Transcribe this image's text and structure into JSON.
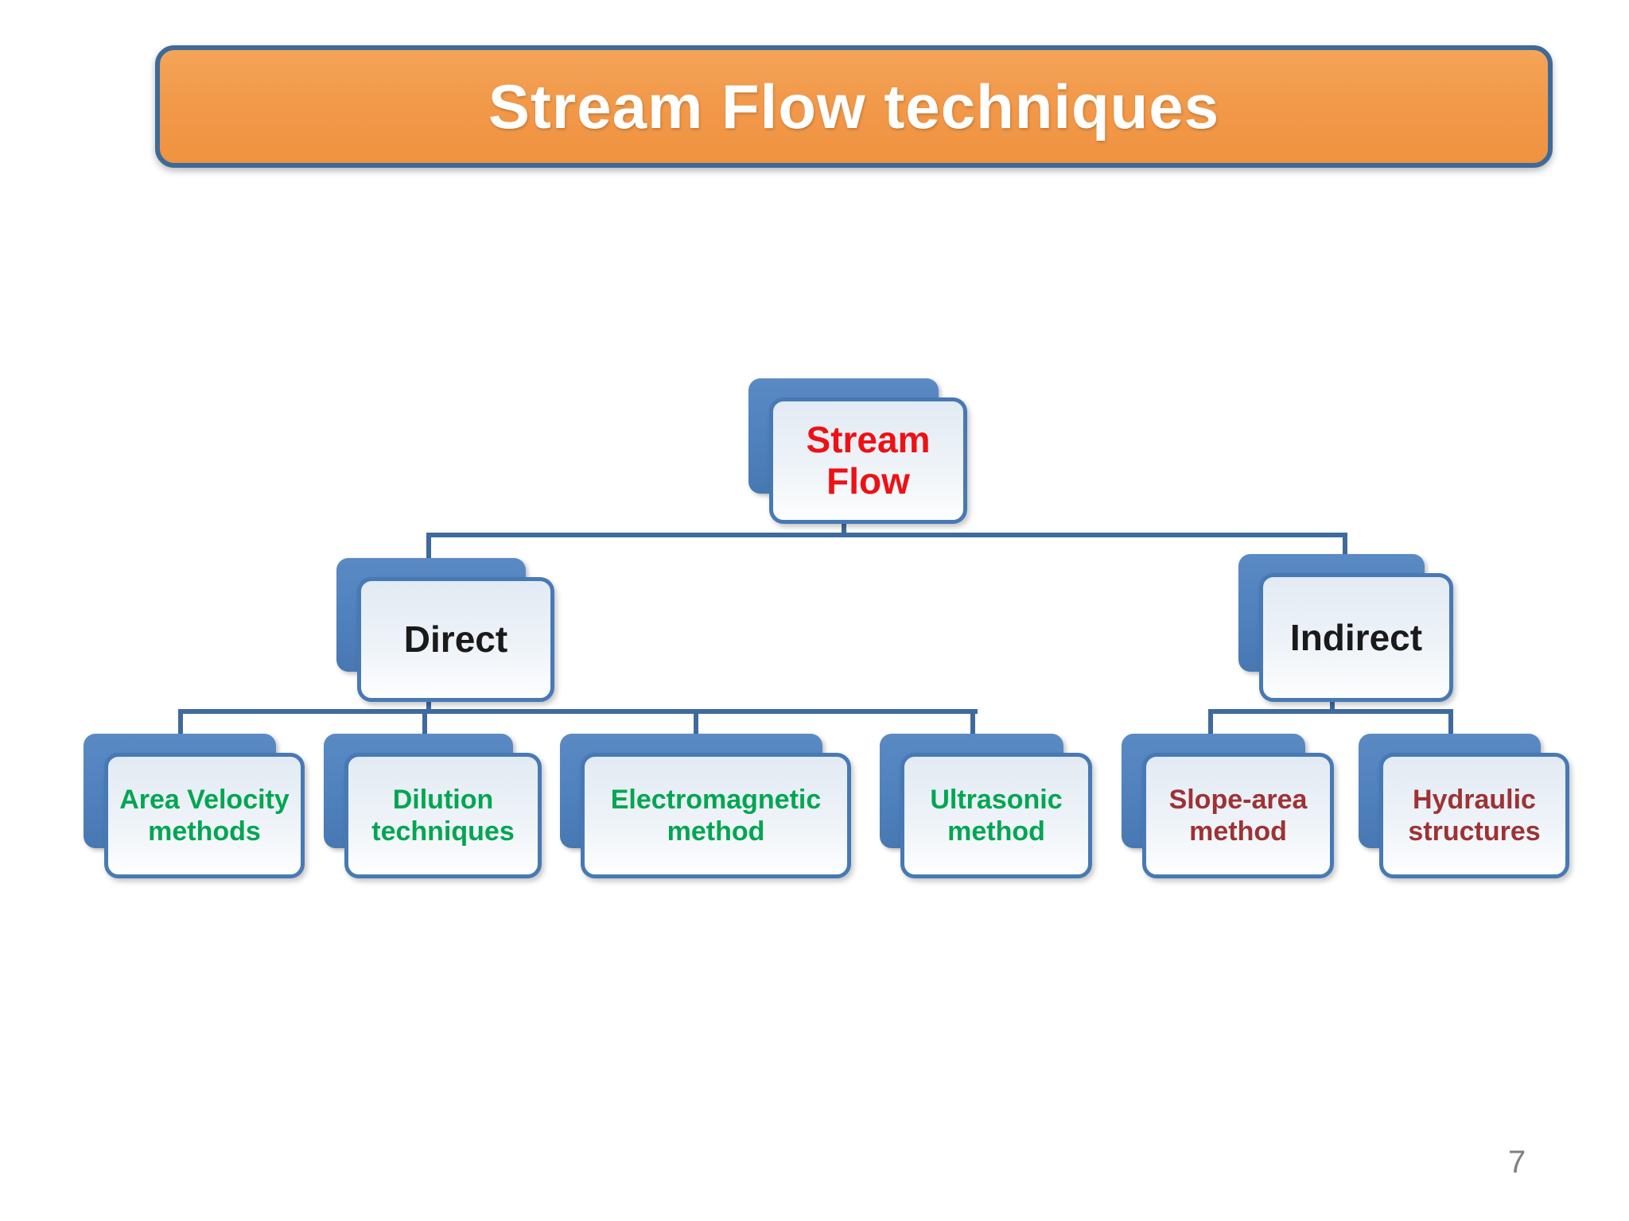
{
  "title": {
    "text": "Stream Flow techniques",
    "fill_color": "#F2994A",
    "border_color": "#3D6A99",
    "text_color": "#FFFFFF"
  },
  "diagram": {
    "root": {
      "label": "Stream Flow",
      "text_color": "#EE1114"
    },
    "branches": [
      {
        "label": "Direct",
        "text_color": "#1A1A1A",
        "children": [
          {
            "label": "Area Velocity methods",
            "text_color": "#00A651"
          },
          {
            "label": "Dilution techniques",
            "text_color": "#00A651"
          },
          {
            "label": "Electromagnetic method",
            "text_color": "#00A651"
          },
          {
            "label": "Ultrasonic method",
            "text_color": "#00A651"
          }
        ]
      },
      {
        "label": "Indirect",
        "text_color": "#1A1A1A",
        "children": [
          {
            "label": "Slope-area method",
            "text_color": "#9E3234"
          },
          {
            "label": "Hydraulic structures",
            "text_color": "#9E3234"
          }
        ]
      }
    ],
    "style_colors": {
      "node_back_fill": "#4F81BD",
      "node_front_border": "#4779B5",
      "node_front_fill_top": "#E3EAF3",
      "node_front_fill_bottom": "#FDFEFF",
      "connector": "#3E6A9E"
    }
  },
  "page": {
    "number": "7",
    "number_color": "#7F7F7F",
    "background": "#FFFFFF"
  }
}
